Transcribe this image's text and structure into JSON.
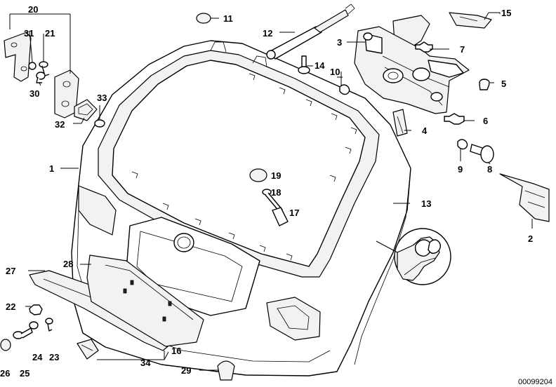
{
  "diagram": {
    "reference_code": "00099204",
    "part_labels": {
      "p1": "1",
      "p2": "2",
      "p3": "3",
      "p4": "4",
      "p5": "5",
      "p6": "6",
      "p7": "7",
      "p8": "8",
      "p9": "9",
      "p10": "10",
      "p11": "11",
      "p12": "12",
      "p13": "13",
      "p14": "14",
      "p15": "15",
      "p16": "16",
      "p17": "17",
      "p18": "18",
      "p19": "19",
      "p20": "20",
      "p21": "21",
      "p22": "22",
      "p23": "23",
      "p24": "24",
      "p25": "25",
      "p26": "26",
      "p27": "27",
      "p28": "28",
      "p29": "29",
      "p30": "30",
      "p31": "31",
      "p32": "32",
      "p33": "33",
      "p34": "34"
    }
  }
}
